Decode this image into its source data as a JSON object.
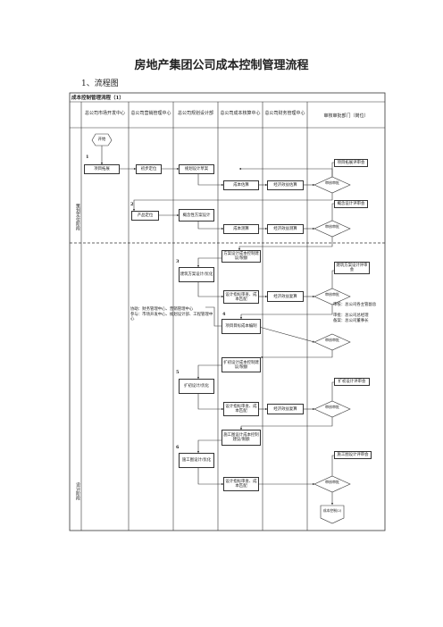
{
  "title": "房地产集团公司成本控制管理流程",
  "section": "1、流程图",
  "table_title": "成本控制管理流程（1）",
  "columns": [
    "总公司市场开发中心",
    "总公司营销管理中心",
    "总公司规划设计部",
    "总公司成本核算中心",
    "总公司财务管理中心",
    "审核审批部门（岗位）"
  ],
  "phases": [
    "策划定位阶段",
    "设计阶段"
  ],
  "steps": {
    "n1": "1",
    "n2": "2",
    "n3": "3",
    "n4": "4",
    "n5": "5",
    "n6": "6",
    "start": "开始",
    "project_select": "项目拓展",
    "price_position": "初步定位",
    "plan_design": "规划设计草案",
    "cost_estimate1": "成本估算",
    "econ_eval1": "经济效益估算",
    "review1": "审核审批",
    "approver1": "项目拓展评审会",
    "product_position": "产品定位",
    "concept_design": "概念性方案设计",
    "cost_estimate2": "成本测算",
    "econ_eval2": "经济效益测算",
    "review2": "审核审批",
    "approver2": "概念设计评审会",
    "scheme_cost_advice": "方案设计成本控制建议/限额",
    "scheme_design": "建筑方案设计/优化",
    "design_index": "设计指标审查、成本匹配",
    "econ_eval3": "经济效益复算",
    "review3": "审核审批",
    "approver3": "建筑方案设计评审会",
    "approver3b": "审核：总公司各主管副总",
    "approver3c": "审批：总公司总经理",
    "approver3d": "备案：总公司董事长",
    "note_left": "协助：财务管理中心、营销管理中心",
    "note_left2": "参与：市场开发中心、规划设计部、工程管理中心",
    "target_cost": "项目目标成本编制",
    "review4": "审核审批",
    "prelim_cost_advice": "扩初设计成本控制建议/限额",
    "prelim_design": "扩初设计/优化",
    "design_index2": "设计指标审查、成本匹配",
    "econ_eval4": "经济效益复算",
    "review5": "审核审批",
    "approver5": "扩初设计评审会",
    "construction_cost_advice": "施工图设计成本控制建议/限额",
    "construction_design": "施工图设计/优化",
    "design_index3": "设计指标审查、成本匹配",
    "review6": "审核审批",
    "approver6": "施工图设计评审会",
    "end": "成本控制(2)"
  }
}
